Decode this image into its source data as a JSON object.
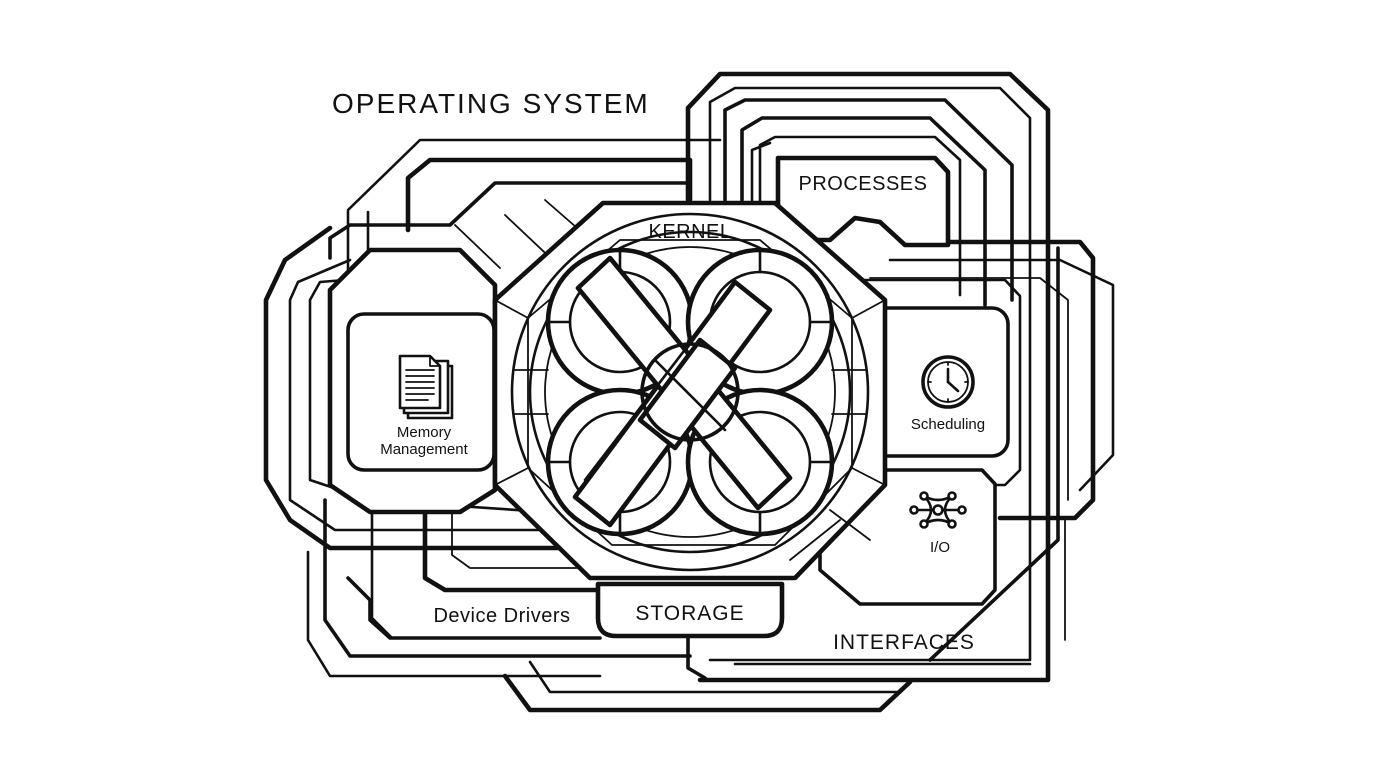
{
  "diagram": {
    "title": "OPERATING SYSTEM",
    "kernel_label": "KERNEL",
    "processes_label": "PROCESSES",
    "memory": {
      "line1": "Memory",
      "line2": "Management",
      "icon": "documents-icon"
    },
    "scheduling": {
      "label": "Scheduling",
      "icon": "clock-icon"
    },
    "io": {
      "label": "I/O",
      "icon": "network-nodes-icon"
    },
    "device_drivers_label": "Device Drivers",
    "storage_label": "STORAGE",
    "interfaces_label": "INTERFACES"
  },
  "colors": {
    "stroke": "#111111",
    "background": "#ffffff"
  }
}
